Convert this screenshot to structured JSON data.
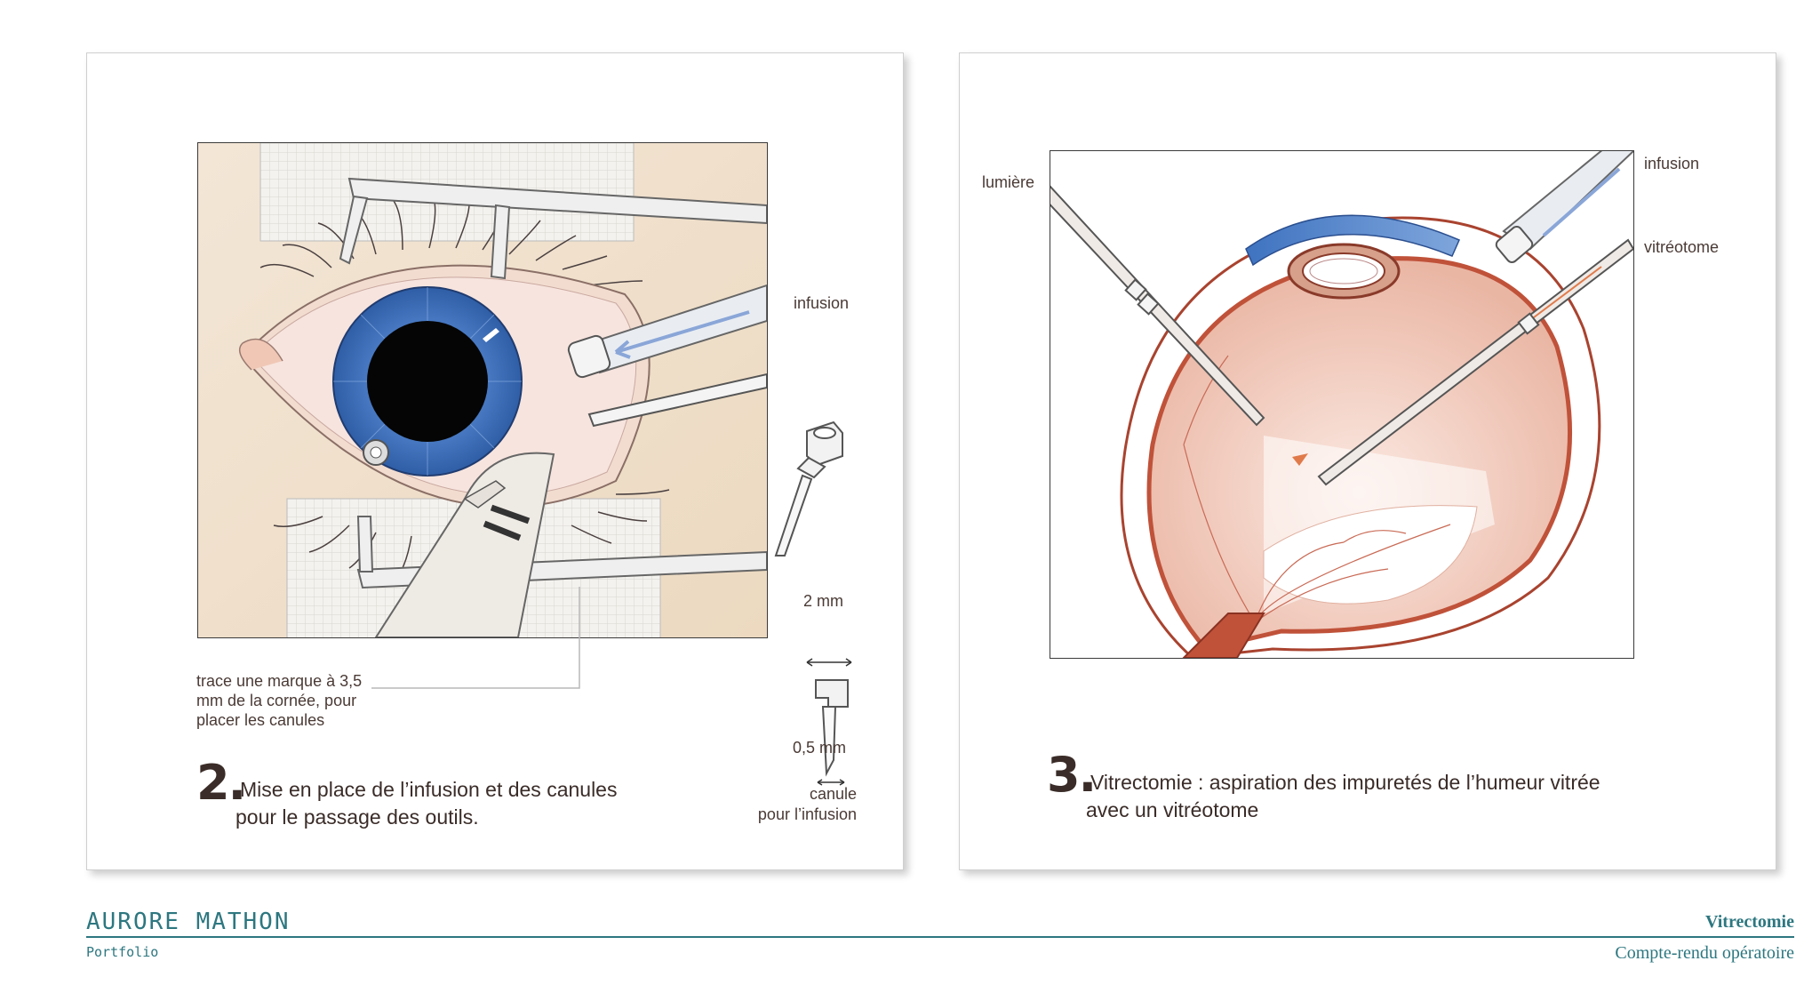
{
  "panel_step2": {
    "number": "2.",
    "caption_line1": "Mise en place de l’infusion et des canules",
    "caption_line2": "pour le passage des outils.",
    "label_infusion": "infusion",
    "label_trace_line1": "trace une marque à 3,5",
    "label_trace_line2": "mm de la cornée, pour",
    "label_trace_line3": "placer les canules",
    "label_2mm": "2 mm",
    "label_05mm": "0,5 mm",
    "label_canule_line1": "canule",
    "label_canule_line2": "pour l’infusion"
  },
  "panel_step3": {
    "number": "3.",
    "caption_line1": "Vitrectomie : aspiration des impuretés de l’humeur vitrée",
    "caption_line2": "avec un vitréotome",
    "label_lumiere": "lumière",
    "label_infusion": "infusion",
    "label_vitreotome": "vitréotome"
  },
  "footer": {
    "brand": "AURORE MATHON",
    "subbrand": "Portfolio",
    "title": "Vitrectomie",
    "subtitle": "Compte-rendu opératoire"
  },
  "colors": {
    "accent": "#2d7780",
    "iris": "#4a7bc4",
    "tissue": "#f3d2c6",
    "blood": "#b5422e"
  }
}
